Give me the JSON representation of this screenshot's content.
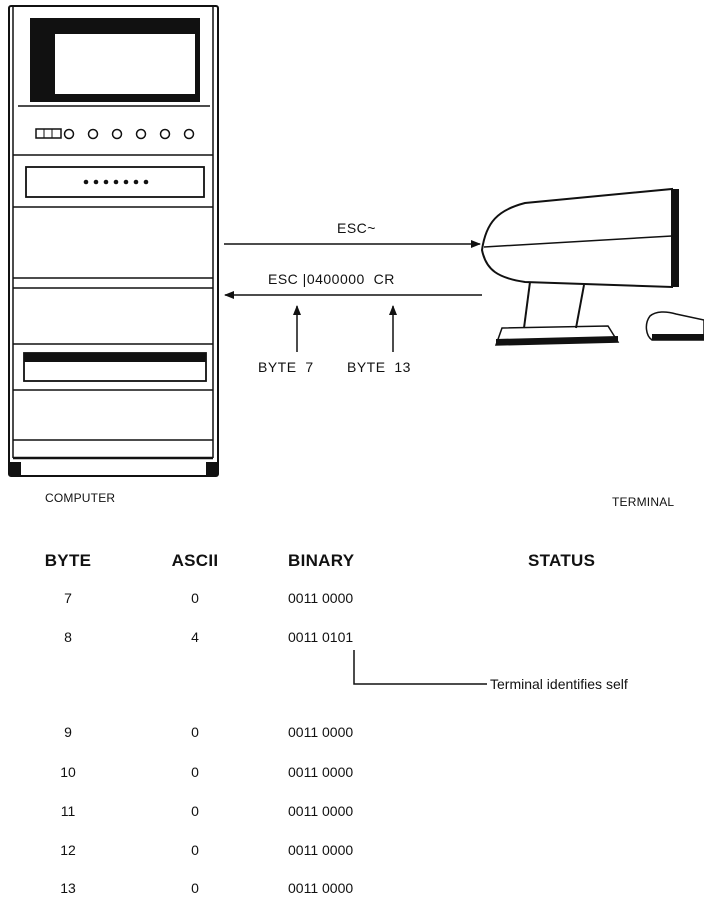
{
  "diagram": {
    "outgoing_signal": "ESC~",
    "response_signal": "ESC |0400000  CR",
    "byte_markers": [
      "BYTE  7",
      "BYTE  13"
    ],
    "computer_label": "COMPUTER",
    "terminal_label": "TERMINAL",
    "annotation": "Terminal identifies self"
  },
  "table": {
    "headers": {
      "byte": "BYTE",
      "ascii": "ASCII",
      "binary": "BINARY",
      "status": "STATUS"
    },
    "rows": [
      {
        "byte": "7",
        "ascii": "0",
        "binary": "0011 0000"
      },
      {
        "byte": "8",
        "ascii": "4",
        "binary": "0011 0101"
      },
      {
        "byte": "9",
        "ascii": "0",
        "binary": "0011 0000"
      },
      {
        "byte": "10",
        "ascii": "0",
        "binary": "0011 0000"
      },
      {
        "byte": "11",
        "ascii": "0",
        "binary": "0011 0000"
      },
      {
        "byte": "12",
        "ascii": "0",
        "binary": "0011 0000"
      },
      {
        "byte": "13",
        "ascii": "0",
        "binary": "0011 0000"
      }
    ]
  }
}
